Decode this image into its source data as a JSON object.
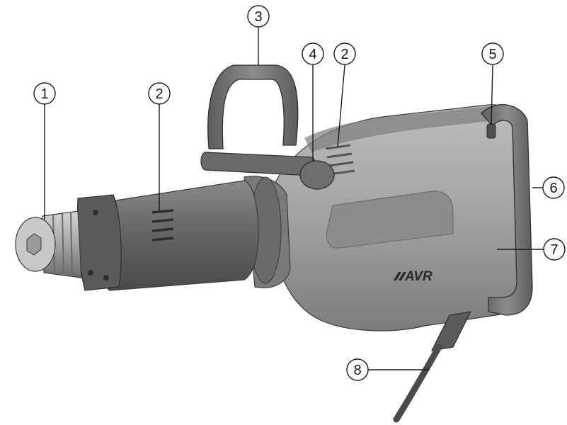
{
  "brand": {
    "logo_text": "AVR",
    "logo_color": "#2a2a2a"
  },
  "colors": {
    "body": "#9a9a9a",
    "body_dark": "#6e6e6e",
    "body_light": "#b8b8b8",
    "grip": "#7a7a7a",
    "outline": "#3a3a3a"
  },
  "callouts": [
    {
      "id": "1",
      "label": "1",
      "part": "tool-holder"
    },
    {
      "id": "2a",
      "label": "2",
      "part": "ventilation-slots-front"
    },
    {
      "id": "3",
      "label": "3",
      "part": "auxiliary-handle"
    },
    {
      "id": "4",
      "label": "4",
      "part": "auxiliary-handle-knob"
    },
    {
      "id": "2b",
      "label": "2",
      "part": "ventilation-slots-rear"
    },
    {
      "id": "5",
      "label": "5",
      "part": "on-off-switch"
    },
    {
      "id": "6",
      "label": "6",
      "part": "main-handle"
    },
    {
      "id": "7",
      "label": "7",
      "part": "handle-grip"
    },
    {
      "id": "8",
      "label": "8",
      "part": "power-cord"
    }
  ]
}
